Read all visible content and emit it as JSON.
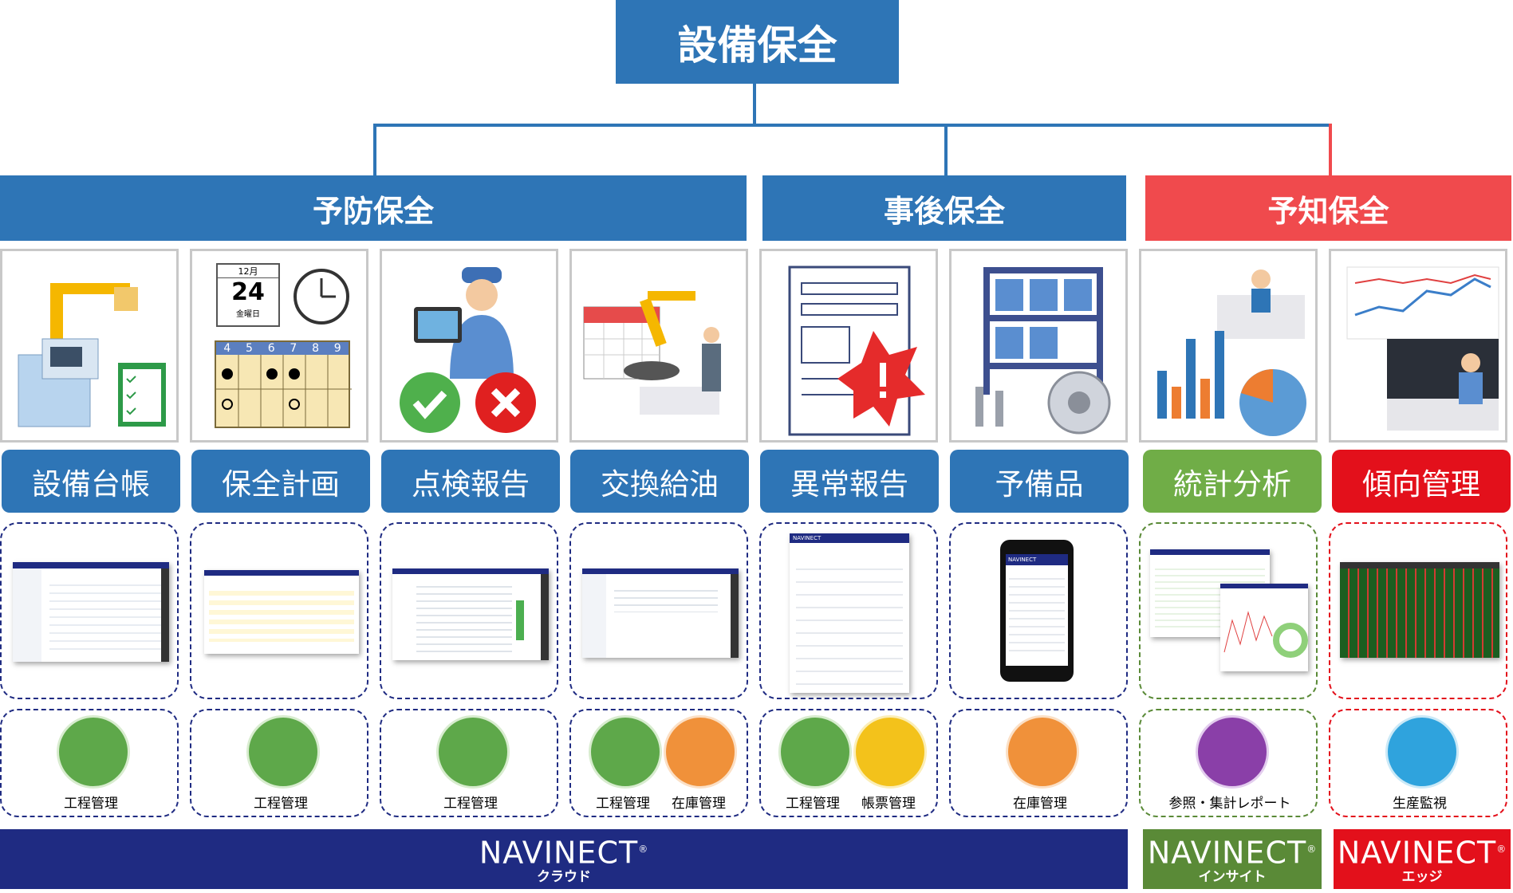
{
  "title": "設備保全",
  "categories": [
    {
      "label": "予防保全"
    },
    {
      "label": "事後保全"
    },
    {
      "label": "予知保全"
    }
  ],
  "functions": [
    {
      "label": "設備台帳"
    },
    {
      "label": "保全計画"
    },
    {
      "label": "点検報告"
    },
    {
      "label": "交換給油"
    },
    {
      "label": "異常報告"
    },
    {
      "label": "予備品"
    },
    {
      "label": "統計分析"
    },
    {
      "label": "傾向管理"
    }
  ],
  "illustrations": {
    "calendar_month": "12月",
    "calendar_day": "24",
    "calendar_note": "金曜日",
    "schedule_days": [
      "4",
      "5",
      "6",
      "7",
      "8",
      "9"
    ]
  },
  "screens": {
    "navinect_logo": "NAVINECT"
  },
  "modules": {
    "m1": "工程管理",
    "m2": "工程管理",
    "m3": "工程管理",
    "m4a": "工程管理",
    "m4b": "在庫管理",
    "m5a": "工程管理",
    "m5b": "帳票管理",
    "m6": "在庫管理",
    "m7": "参照・集計レポート",
    "m8": "生産監視"
  },
  "brands": {
    "cloud_name": "NAVINECT",
    "cloud_sub": "クラウド",
    "insight_name": "NAVINECT",
    "insight_sub": "インサイト",
    "edge_name": "NAVINECT",
    "edge_sub": "エッジ",
    "registered": "®"
  },
  "colors": {
    "blue": "#2e75b6",
    "red": "#f04a4d",
    "green": "#70ad47",
    "edge_red": "#e3101b",
    "navy": "#1f2b82"
  }
}
